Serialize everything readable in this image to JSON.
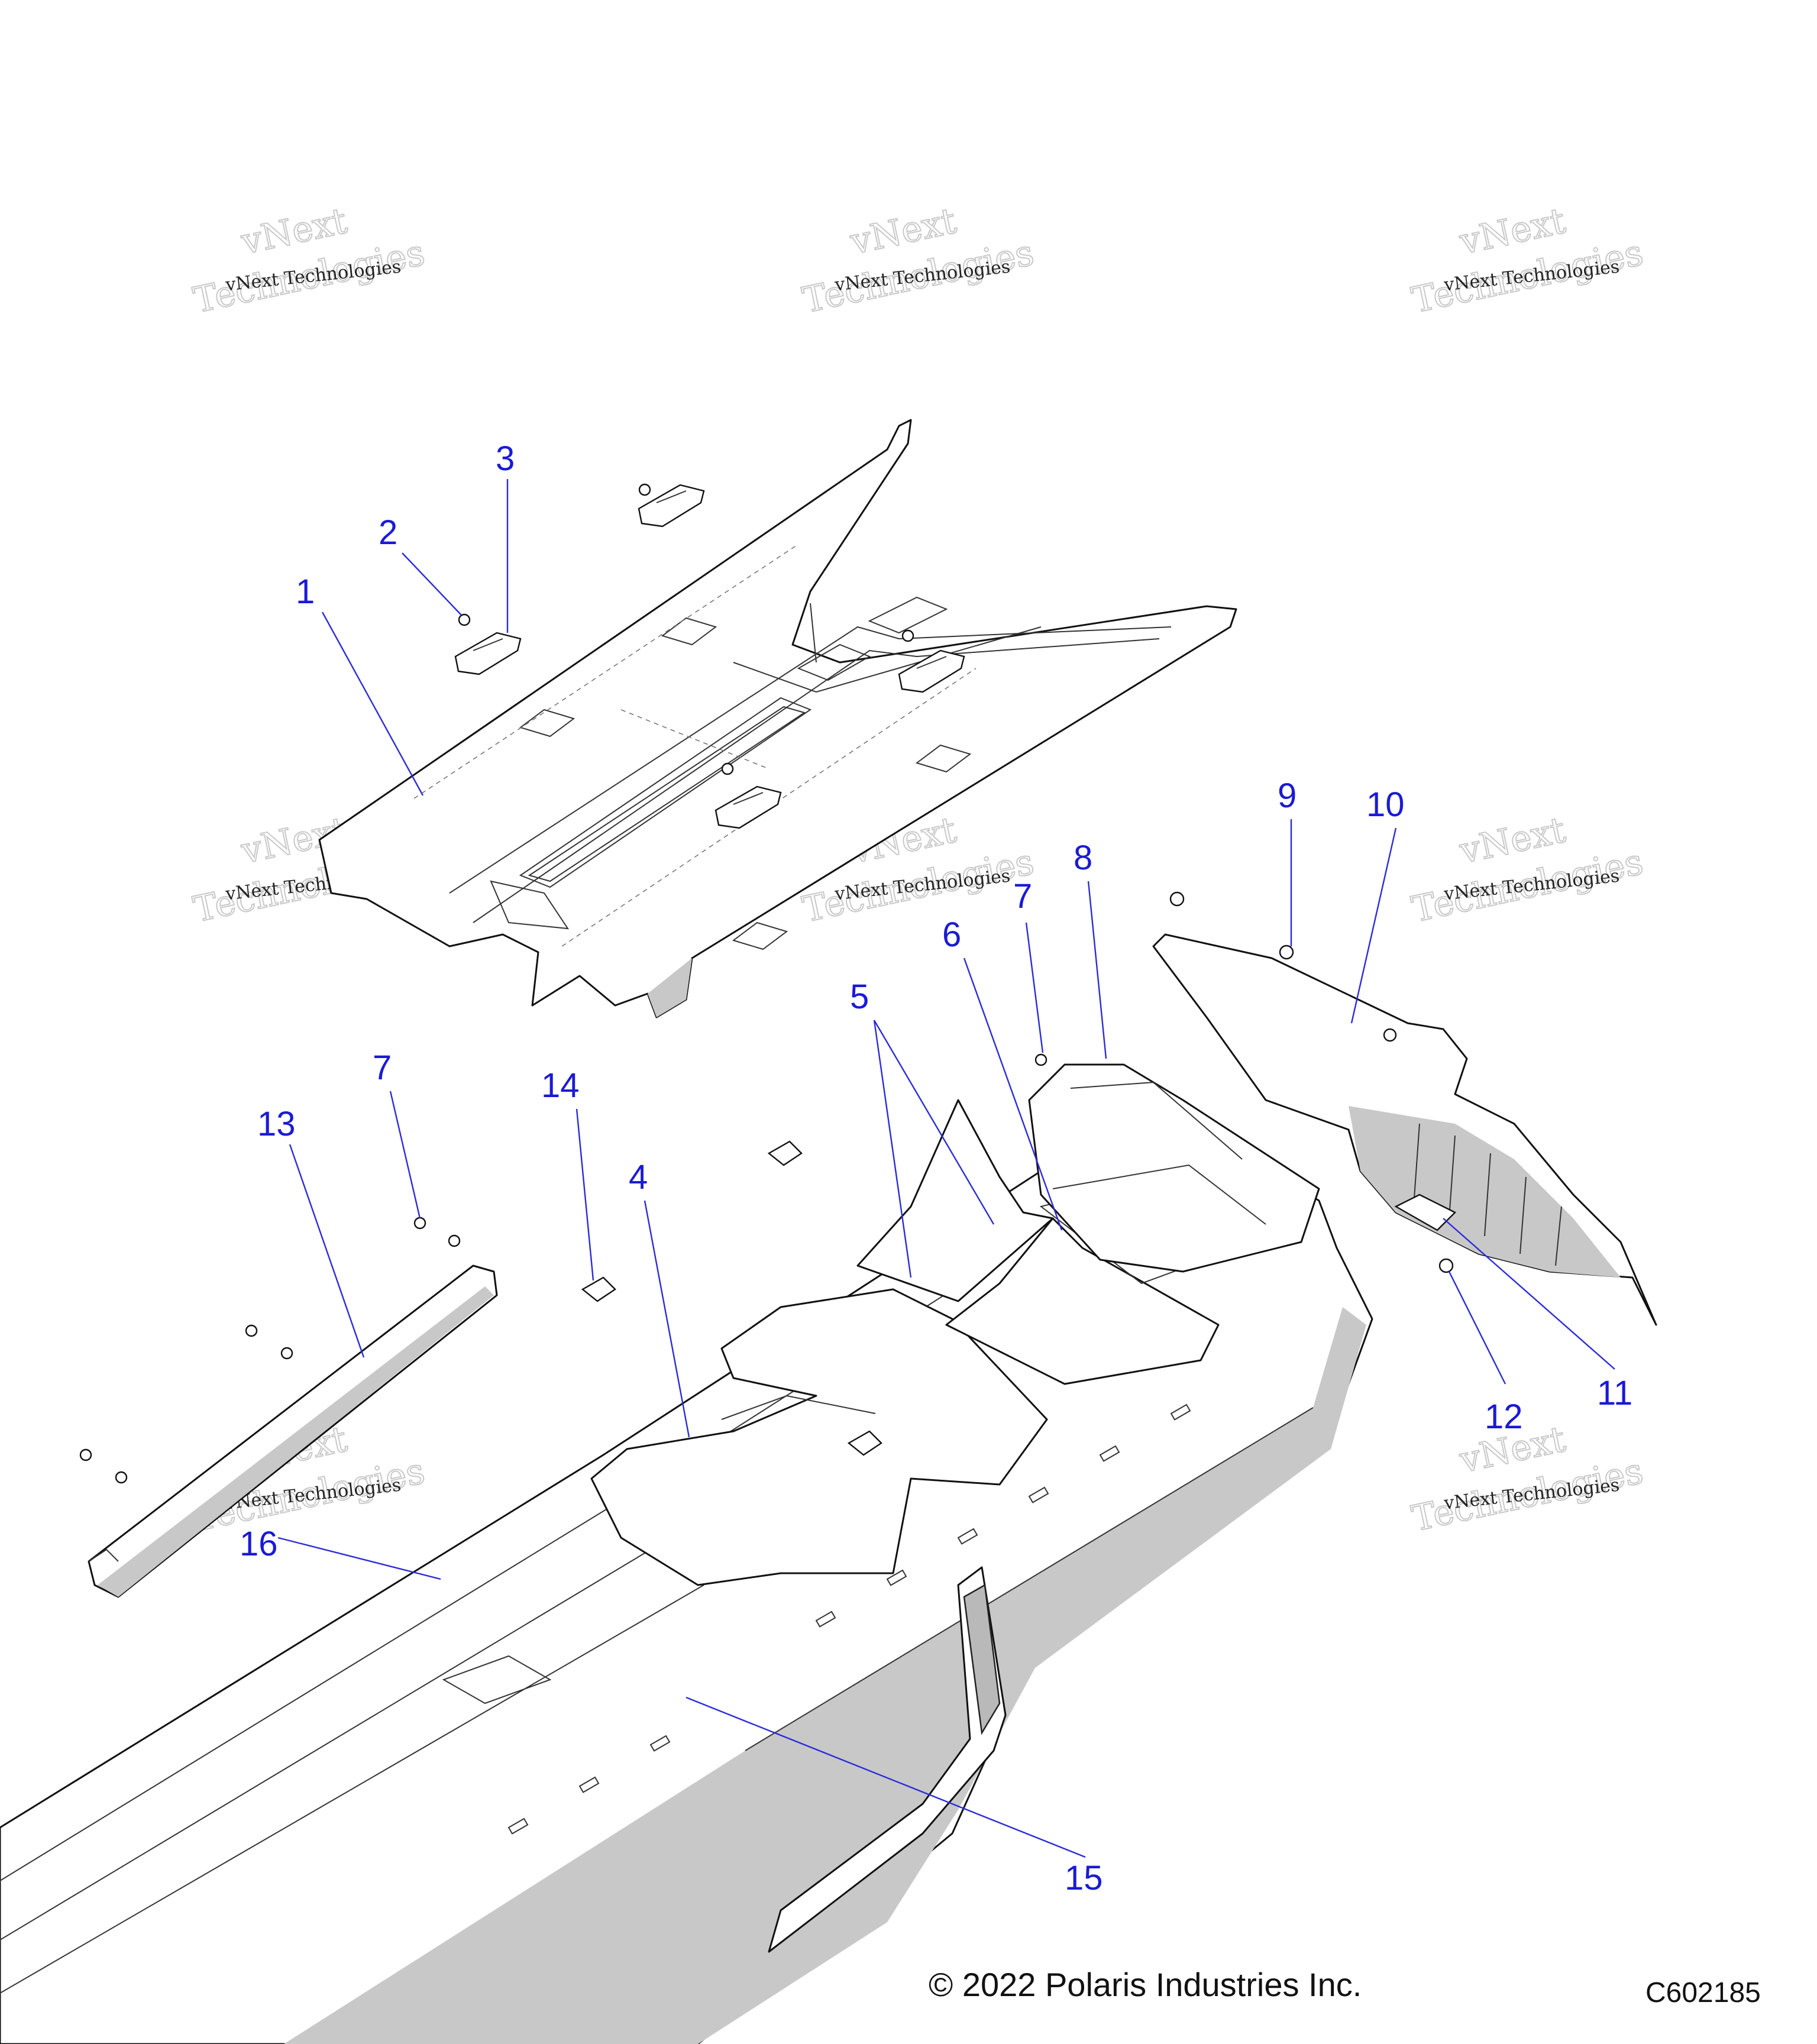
{
  "callouts": [
    {
      "id": "1",
      "label": "1"
    },
    {
      "id": "2",
      "label": "2"
    },
    {
      "id": "3",
      "label": "3"
    },
    {
      "id": "4",
      "label": "4"
    },
    {
      "id": "5",
      "label": "5"
    },
    {
      "id": "6",
      "label": "6"
    },
    {
      "id": "7a",
      "label": "7"
    },
    {
      "id": "7b",
      "label": "7"
    },
    {
      "id": "8",
      "label": "8"
    },
    {
      "id": "9",
      "label": "9"
    },
    {
      "id": "10",
      "label": "10"
    },
    {
      "id": "11",
      "label": "11"
    },
    {
      "id": "12",
      "label": "12"
    },
    {
      "id": "13",
      "label": "13"
    },
    {
      "id": "14",
      "label": "14"
    },
    {
      "id": "15",
      "label": "15"
    },
    {
      "id": "16",
      "label": "16"
    }
  ],
  "watermark": {
    "line1": "vNext Technologies",
    "line2a": "vNext",
    "line2b": "Technologies"
  },
  "footer": {
    "copyright": "© 2022 Polaris Industries Inc.",
    "code": "C602185"
  }
}
